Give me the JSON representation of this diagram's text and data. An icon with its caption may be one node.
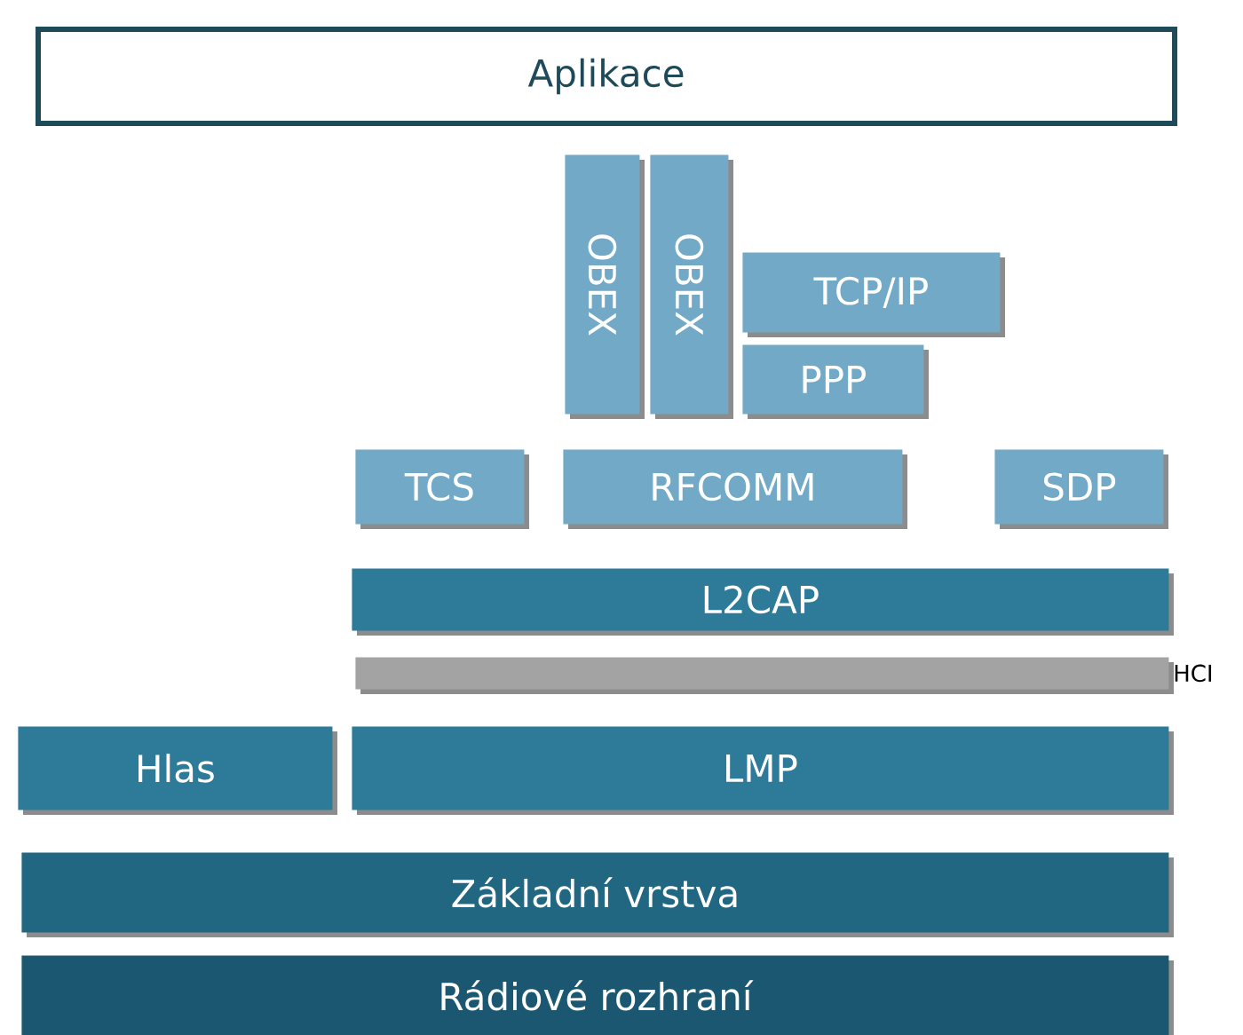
{
  "diagram": {
    "nodes": [
      {
        "text": [
          "Aplikace"
        ]
      },
      {
        "text": [
          "OBEX"
        ]
      },
      {
        "text": [
          "OBEX"
        ]
      },
      {
        "text": [
          "TCP/IP"
        ]
      },
      {
        "text": [
          "PPP"
        ]
      },
      {
        "text": [
          "TCS"
        ]
      },
      {
        "text": [
          "RFCOMM"
        ]
      },
      {
        "text": [
          "SDP"
        ]
      },
      {
        "text": [
          "L2CAP"
        ]
      },
      {
        "text": [],
        "shape": "bar",
        "beside": [
          "HCI"
        ]
      },
      {
        "text": [
          "Hlas"
        ]
      },
      {
        "text": [
          "LMP"
        ]
      },
      {
        "text": [
          "Základní vrstva"
        ]
      },
      {
        "text": [
          "Rádiové rozhraní"
        ]
      }
    ]
  }
}
